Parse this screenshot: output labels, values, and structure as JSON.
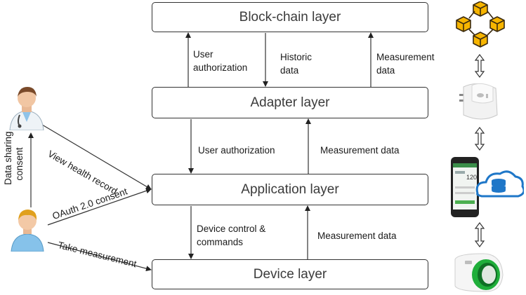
{
  "layers": {
    "blockchain": "Block-chain layer",
    "adapter": "Adapter layer",
    "application": "Application layer",
    "device": "Device layer"
  },
  "flows": {
    "user_authorization_top_1": "User",
    "user_authorization_top_2": "authorization",
    "historic_data_1": "Historic",
    "historic_data_2": "data",
    "measurement_data_top_1": "Measurement",
    "measurement_data_top_2": "data",
    "user_authorization_mid": "User authorization",
    "measurement_data_mid": "Measurement data",
    "device_control_1": "Device control &",
    "device_control_2": "commands",
    "measurement_data_low": "Measurement data"
  },
  "actors": {
    "data_sharing_consent_1": "Data sharing",
    "data_sharing_consent_2": "consent",
    "view_health_record": "View health record",
    "oauth_consent": "OAuth 2.0 consent",
    "take_measurement": "Take measurement"
  },
  "icons": [
    "doctor-icon",
    "patient-icon",
    "blockchain-cubes-icon",
    "plug-adapter-icon",
    "smartphone-cloud-database-icon",
    "blood-pressure-cuff-icon"
  ],
  "colors": {
    "cube": "#f7b500",
    "cloud": "#1f77c8",
    "cuff_accent": "#1fae3a"
  }
}
